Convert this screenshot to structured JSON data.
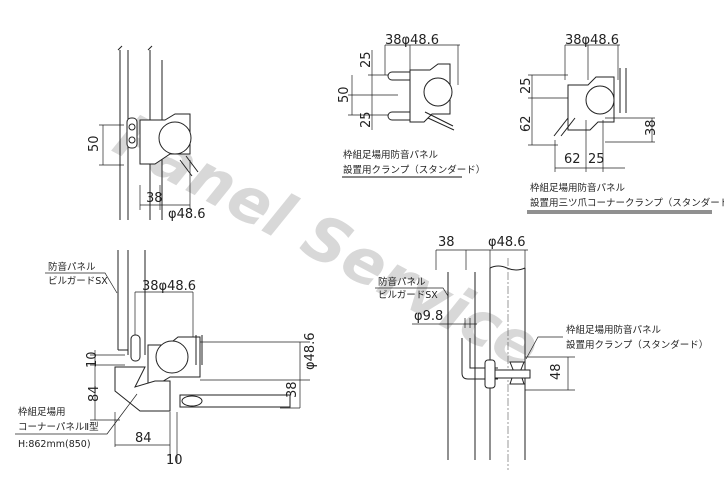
{
  "watermark": "Panel Service",
  "top_left": {
    "dim_50": "50",
    "dim_38": "38",
    "dim_phi": "φ48.6"
  },
  "top_middle": {
    "dim_38phi": "38φ48.6",
    "dim_25a": "25",
    "dim_50": "50",
    "dim_25b": "25",
    "label_line1": "枠組足場用防音パネル",
    "label_line2": "設置用クランプ（スタンダード）"
  },
  "top_right": {
    "dim_38phi": "38φ48.6",
    "dim_25": "25",
    "dim_62v": "62",
    "dim_38": "38",
    "dim_62h": "62",
    "dim_25h": "25",
    "label_line1": "枠組足場用防音パネル",
    "label_line2": "設置用三ツ爪コーナークランプ（スタンダード）"
  },
  "bottom_left": {
    "panel_line1": "防音パネル",
    "panel_line2": "ビルガードSX",
    "dim_38phi": "38φ48.6",
    "dim_10v": "10",
    "dim_84v": "84",
    "dim_phi": "φ48.6",
    "dim_38": "38",
    "corner_line1": "枠組足場用",
    "corner_line2": "コーナーパネルⅡ型",
    "corner_line3": "H:862mm(850)",
    "dim_84h": "84",
    "dim_10h": "10"
  },
  "bottom_right": {
    "dim_38": "38",
    "dim_phi": "φ48.6",
    "panel_line1": "防音パネル",
    "panel_line2": "ビルガードSX",
    "dim_phi98": "φ9.8",
    "clamp_line1": "枠組足場用防音パネル",
    "clamp_line2": "設置用クランプ（スタンダード）",
    "dim_48": "48"
  }
}
